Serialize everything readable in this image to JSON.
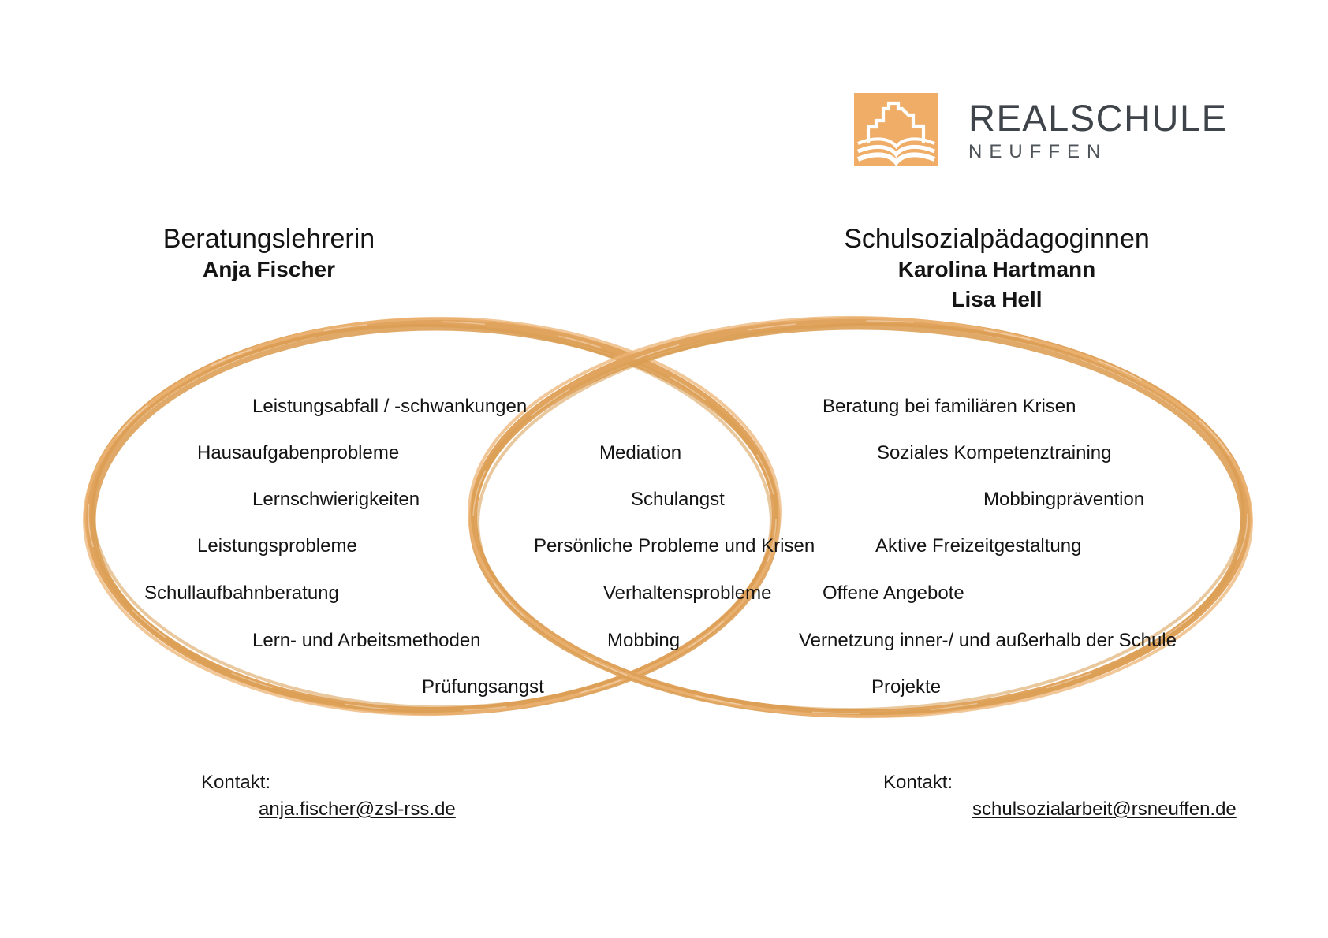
{
  "logo": {
    "name": "REALSCHULE",
    "subname": "NEUFFEN",
    "icon": "realschule-neuffen-logo",
    "accent_color": "#EFAD68",
    "text_color": "#3F444A"
  },
  "diagram": {
    "type": "venn",
    "stroke_color": "#E1A45E",
    "left": {
      "role": "Beratungslehrerin",
      "names": [
        "Anja Fischer"
      ],
      "items": [
        "Leistungsabfall / -schwankungen",
        "Hausaufgabenprobleme",
        "Lernschwierigkeiten",
        "Leistungsprobleme",
        "Schullaufbahnberatung",
        "Lern- und Arbeitsmethoden",
        "Prüfungsangst"
      ],
      "contact_label": "Kontakt:",
      "contact_email": "anja.fischer@zsl-rss.de"
    },
    "shared": {
      "items": [
        "Mediation",
        "Schulangst",
        "Persönliche Probleme und Krisen",
        "Verhaltensprobleme",
        "Mobbing"
      ]
    },
    "right": {
      "role": "Schulsozialpädagoginnen",
      "names": [
        "Karolina Hartmann",
        "Lisa Hell"
      ],
      "items": [
        "Beratung bei familiären Krisen",
        "Soziales Kompetenztraining",
        "Mobbingprävention",
        "Aktive Freizeitgestaltung",
        "Offene Angebote",
        "Vernetzung inner-/ und außerhalb der Schule",
        "Projekte"
      ],
      "contact_label": "Kontakt:",
      "contact_email": "schulsozialarbeit@rsneuffen.de"
    }
  }
}
